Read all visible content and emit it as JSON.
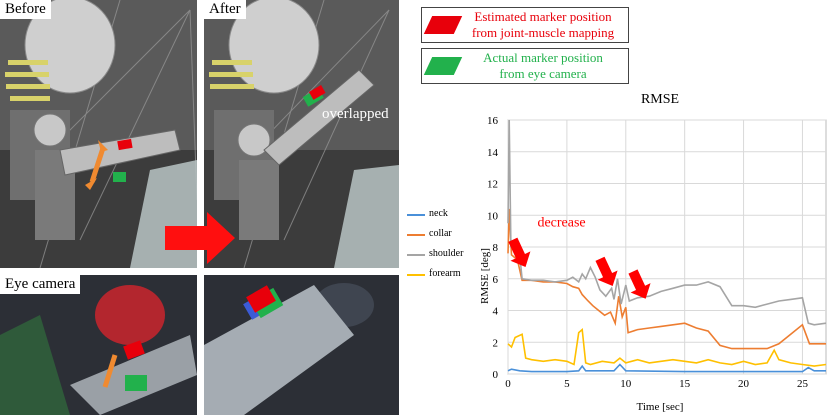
{
  "photos": {
    "before_label": "Before",
    "after_label": "After",
    "eye_camera_label": "Eye camera",
    "overlapped_label": "overlapped"
  },
  "legend": {
    "estimated_line1": "Estimated marker position",
    "estimated_line2": "from joint-muscle mapping",
    "estimated_color": "#e8000b",
    "actual_line1": "Actual  marker position",
    "actual_line2": "from eye camera",
    "actual_color": "#22b14c"
  },
  "annotation": {
    "decrease_label": "decrease",
    "arrow_color": "#ff0000"
  },
  "chart_data": {
    "type": "line",
    "title": "RMSE",
    "xlabel": "Time [sec]",
    "ylabel": "RMSE [deg]",
    "xlim": [
      0,
      27
    ],
    "ylim": [
      0,
      16
    ],
    "xticks": [
      0,
      5,
      10,
      15,
      20,
      25
    ],
    "yticks": [
      0,
      2,
      4,
      6,
      8,
      10,
      12,
      14,
      16
    ],
    "grid": true,
    "legend_position": "left",
    "series": [
      {
        "name": "neck",
        "color": "#4a90d9",
        "points": [
          [
            0,
            0.2
          ],
          [
            0.3,
            0.3
          ],
          [
            1,
            0.2
          ],
          [
            2,
            0.15
          ],
          [
            5,
            0.15
          ],
          [
            6,
            0.2
          ],
          [
            6.3,
            0.5
          ],
          [
            6.6,
            0.2
          ],
          [
            9,
            0.2
          ],
          [
            9.5,
            0.6
          ],
          [
            10,
            0.2
          ],
          [
            15,
            0.15
          ],
          [
            20,
            0.15
          ],
          [
            25,
            0.15
          ],
          [
            25.5,
            0.4
          ],
          [
            26,
            0.2
          ],
          [
            27,
            0.2
          ]
        ]
      },
      {
        "name": "collar",
        "color": "#ed7d31",
        "points": [
          [
            0,
            7.6
          ],
          [
            0.1,
            10.4
          ],
          [
            0.3,
            7.5
          ],
          [
            0.8,
            7.2
          ],
          [
            1.2,
            5.9
          ],
          [
            2,
            5.9
          ],
          [
            3,
            5.8
          ],
          [
            4,
            5.8
          ],
          [
            5,
            5.7
          ],
          [
            5.5,
            5.5
          ],
          [
            6,
            5.4
          ],
          [
            6.3,
            5.0
          ],
          [
            6.8,
            4.6
          ],
          [
            7.2,
            4.3
          ],
          [
            7.7,
            4.0
          ],
          [
            8.2,
            3.7
          ],
          [
            8.7,
            3.9
          ],
          [
            9.1,
            3.2
          ],
          [
            9.4,
            4.9
          ],
          [
            9.7,
            3.6
          ],
          [
            10,
            4.2
          ],
          [
            10.2,
            2.6
          ],
          [
            11,
            2.8
          ],
          [
            12,
            2.9
          ],
          [
            13,
            3.0
          ],
          [
            14,
            3.1
          ],
          [
            15,
            3.2
          ],
          [
            16,
            2.9
          ],
          [
            17,
            2.7
          ],
          [
            18,
            1.8
          ],
          [
            19,
            1.6
          ],
          [
            20,
            1.6
          ],
          [
            21,
            1.6
          ],
          [
            22,
            1.6
          ],
          [
            23,
            1.9
          ],
          [
            24,
            2.5
          ],
          [
            25,
            3.1
          ],
          [
            25.6,
            1.9
          ],
          [
            27,
            1.9
          ]
        ]
      },
      {
        "name": "shoulder",
        "color": "#a5a5a5",
        "points": [
          [
            0,
            9.5
          ],
          [
            0.1,
            16.0
          ],
          [
            0.25,
            8.0
          ],
          [
            0.6,
            7.9
          ],
          [
            0.9,
            8.2
          ],
          [
            1.2,
            6.0
          ],
          [
            2,
            5.9
          ],
          [
            3,
            5.9
          ],
          [
            4,
            5.8
          ],
          [
            5,
            5.9
          ],
          [
            5.5,
            6.1
          ],
          [
            6,
            5.8
          ],
          [
            6.3,
            6.3
          ],
          [
            6.6,
            6.0
          ],
          [
            7,
            6.7
          ],
          [
            7.4,
            6.1
          ],
          [
            7.8,
            5.3
          ],
          [
            8.3,
            4.9
          ],
          [
            8.8,
            5.4
          ],
          [
            9,
            4.7
          ],
          [
            9.3,
            6.0
          ],
          [
            9.6,
            4.4
          ],
          [
            10,
            5.6
          ],
          [
            10.3,
            4.6
          ],
          [
            11,
            4.8
          ],
          [
            12,
            4.9
          ],
          [
            13,
            5.2
          ],
          [
            14,
            5.4
          ],
          [
            15,
            5.6
          ],
          [
            16,
            5.6
          ],
          [
            17,
            5.8
          ],
          [
            18,
            5.5
          ],
          [
            19,
            4.3
          ],
          [
            20,
            4.3
          ],
          [
            21,
            4.2
          ],
          [
            22,
            4.4
          ],
          [
            23,
            4.6
          ],
          [
            24,
            4.7
          ],
          [
            25,
            4.8
          ],
          [
            25.5,
            3.2
          ],
          [
            26,
            3.1
          ],
          [
            27,
            3.2
          ]
        ]
      },
      {
        "name": "forearm",
        "color": "#ffc000",
        "points": [
          [
            0,
            1.9
          ],
          [
            0.3,
            1.7
          ],
          [
            0.6,
            2.3
          ],
          [
            1.2,
            2.5
          ],
          [
            1.5,
            1.0
          ],
          [
            2,
            0.9
          ],
          [
            3,
            0.8
          ],
          [
            4,
            0.9
          ],
          [
            5,
            0.8
          ],
          [
            5.6,
            0.6
          ],
          [
            6,
            2.6
          ],
          [
            6.3,
            2.8
          ],
          [
            6.6,
            0.7
          ],
          [
            7,
            0.6
          ],
          [
            8,
            0.8
          ],
          [
            9,
            0.7
          ],
          [
            9.5,
            1.0
          ],
          [
            10,
            0.7
          ],
          [
            11,
            0.9
          ],
          [
            12,
            0.7
          ],
          [
            13,
            0.8
          ],
          [
            14,
            0.9
          ],
          [
            15,
            0.8
          ],
          [
            16,
            0.7
          ],
          [
            17,
            0.9
          ],
          [
            18,
            0.7
          ],
          [
            19,
            0.6
          ],
          [
            20,
            0.8
          ],
          [
            21,
            0.6
          ],
          [
            22,
            0.7
          ],
          [
            22.6,
            1.5
          ],
          [
            23,
            0.9
          ],
          [
            24,
            0.7
          ],
          [
            25,
            0.6
          ],
          [
            26,
            0.5
          ],
          [
            27,
            0.6
          ]
        ]
      }
    ]
  }
}
